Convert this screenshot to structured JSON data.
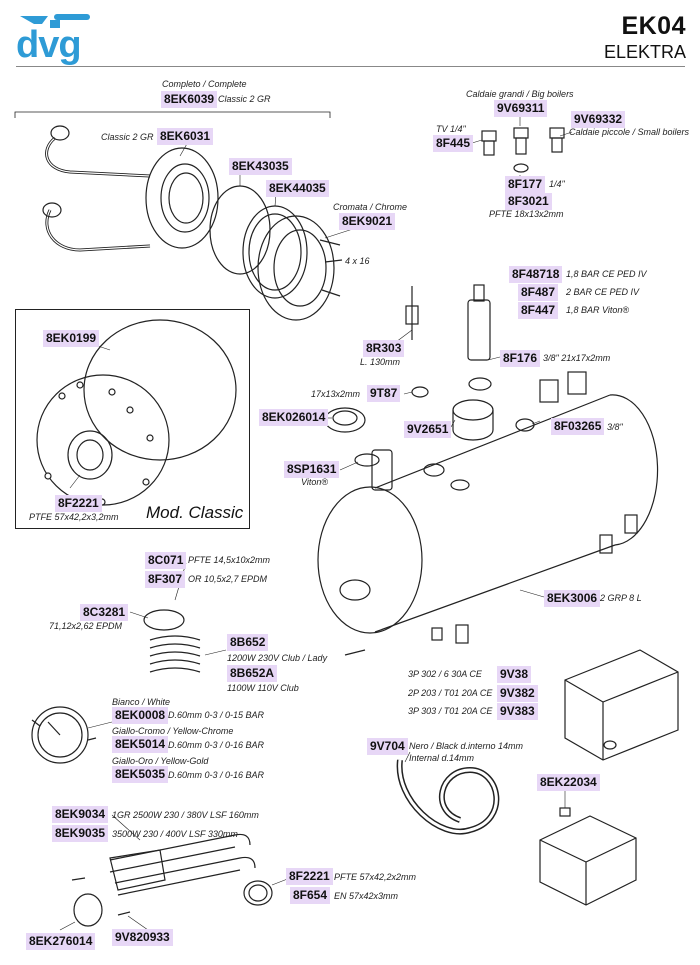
{
  "header": {
    "logo_text": "dvg",
    "page_code": "EK04",
    "model_name": "ELEKTRA"
  },
  "colors": {
    "brand_blue": "#2e9bd6",
    "code_highlight": "#e7d7f6"
  },
  "icons": [
    "dvg-logo-icon"
  ],
  "inset": {
    "label": "Mod. Classic"
  },
  "callouts": [
    {
      "id": "complete-note",
      "code": "",
      "note": "Completo / Complete"
    },
    {
      "id": "c-8EK6039",
      "code": "8EK6039",
      "note": "Classic 2 GR"
    },
    {
      "id": "c-8EK6031",
      "code": "8EK6031",
      "note": "Classic 2 GR"
    },
    {
      "id": "c-8EK43035",
      "code": "8EK43035",
      "note": ""
    },
    {
      "id": "c-8EK44035",
      "code": "8EK44035",
      "note": ""
    },
    {
      "id": "c-8EK9021",
      "code": "8EK9021",
      "note": "Cromata / Chrome"
    },
    {
      "id": "c-4x16",
      "code": "",
      "note": "4 x 16"
    },
    {
      "id": "c-boilers",
      "code": "",
      "note": "Caldaie grandi / Big boilers"
    },
    {
      "id": "c-9V69311",
      "code": "9V69311",
      "note": ""
    },
    {
      "id": "c-9V69332",
      "code": "9V69332",
      "note": "Caldaie piccole / Small boilers"
    },
    {
      "id": "c-8F445",
      "code": "8F445",
      "note": "TV 1/4\""
    },
    {
      "id": "c-8F177",
      "code": "8F177",
      "note": "1/4\""
    },
    {
      "id": "c-8F3021",
      "code": "8F3021",
      "note": "PFTE 18x13x2mm"
    },
    {
      "id": "c-8F48718",
      "code": "8F48718",
      "note": "1,8 BAR CE PED IV"
    },
    {
      "id": "c-8F487",
      "code": "8F487",
      "note": "2 BAR CE PED IV"
    },
    {
      "id": "c-8F447",
      "code": "8F447",
      "note": "1,8 BAR Viton®"
    },
    {
      "id": "c-8EK0199",
      "code": "8EK0199",
      "note": ""
    },
    {
      "id": "c-8R303",
      "code": "8R303",
      "note": "L. 130mm"
    },
    {
      "id": "c-8F176",
      "code": "8F176",
      "note": "3/8\" 21x17x2mm"
    },
    {
      "id": "c-9T87",
      "code": "9T87",
      "note": "17x13x2mm"
    },
    {
      "id": "c-8EK026014",
      "code": "8EK026014",
      "note": ""
    },
    {
      "id": "c-9V2651",
      "code": "9V2651",
      "note": ""
    },
    {
      "id": "c-8F03265",
      "code": "8F03265",
      "note": "3/8\""
    },
    {
      "id": "c-8SP1631",
      "code": "8SP1631",
      "note": "Viton®"
    },
    {
      "id": "c-8F2221a",
      "code": "8F2221",
      "note": "PTFE 57x42,2x3,2mm"
    },
    {
      "id": "c-8C071",
      "code": "8C071",
      "note": "PFTE 14,5x10x2mm"
    },
    {
      "id": "c-8F307",
      "code": "8F307",
      "note": "OR 10,5x2,7 EPDM"
    },
    {
      "id": "c-8C3281",
      "code": "8C3281",
      "note": "71,12x2,62 EPDM"
    },
    {
      "id": "c-8EK3006",
      "code": "8EK3006",
      "note": "2 GRP 8 L"
    },
    {
      "id": "c-8B652",
      "code": "8B652",
      "note": "1200W 230V Club / Lady"
    },
    {
      "id": "c-8B652A",
      "code": "8B652A",
      "note": "1100W 110V Club"
    },
    {
      "id": "c-9V38",
      "code": "9V38",
      "note": "3P 302 / 6 30A CE"
    },
    {
      "id": "c-9V382",
      "code": "9V382",
      "note": "2P 203 / T01 20A CE"
    },
    {
      "id": "c-9V383",
      "code": "9V383",
      "note": "3P 303 / T01 20A CE"
    },
    {
      "id": "c-white",
      "code": "",
      "note": "Bianco / White"
    },
    {
      "id": "c-8EK0008",
      "code": "8EK0008",
      "note": "D.60mm  0-3 / 0-15  BAR"
    },
    {
      "id": "c-chrome",
      "code": "",
      "note": "Giallo-Cromo / Yellow-Chrome"
    },
    {
      "id": "c-8EK5014",
      "code": "8EK5014",
      "note": "D.60mm  0-3 / 0-16  BAR"
    },
    {
      "id": "c-gold",
      "code": "",
      "note": "Giallo-Oro / Yellow-Gold"
    },
    {
      "id": "c-8EK5035",
      "code": "8EK5035",
      "note": "D.60mm  0-3 / 0-16  BAR"
    },
    {
      "id": "c-9V704",
      "code": "9V704",
      "note": "Nero / Black  d.interno 14mm"
    },
    {
      "id": "c-9V704b",
      "code": "",
      "note": "Internal d.14mm"
    },
    {
      "id": "c-8EK22034",
      "code": "8EK22034",
      "note": ""
    },
    {
      "id": "c-8EK9034",
      "code": "8EK9034",
      "note": "1GR 2500W 230 / 380V LSF 160mm"
    },
    {
      "id": "c-8EK9035",
      "code": "8EK9035",
      "note": "3500W 230 / 400V LSF 330mm"
    },
    {
      "id": "c-8F2221b",
      "code": "8F2221",
      "note": "PFTE 57x42,2x2mm"
    },
    {
      "id": "c-8F654",
      "code": "8F654",
      "note": "EN 57x42x3mm"
    },
    {
      "id": "c-8EK276014",
      "code": "8EK276014",
      "note": ""
    },
    {
      "id": "c-9V820933",
      "code": "9V820933",
      "note": ""
    }
  ]
}
